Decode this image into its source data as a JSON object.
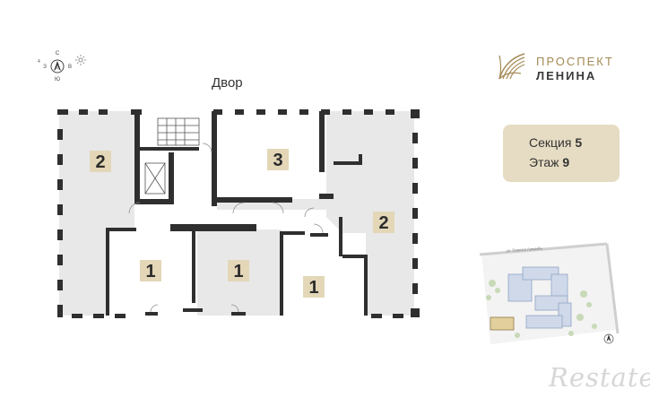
{
  "compass": {
    "north": "С",
    "west": "З",
    "east": "В",
    "south": "Ю",
    "center": "А"
  },
  "courtyard_label": "Двор",
  "logo": {
    "line1": "ПРОСПЕКТ",
    "line2": "ЛЕНИНА"
  },
  "info": {
    "section_label": "Секция",
    "section_value": "5",
    "floor_label": "Этаж",
    "floor_value": "9"
  },
  "apartments": [
    {
      "rooms": "2"
    },
    {
      "rooms": "3"
    },
    {
      "rooms": "2"
    },
    {
      "rooms": "1"
    },
    {
      "rooms": "1"
    },
    {
      "rooms": "1"
    }
  ],
  "site_map": {
    "street_label": "ул. Патриса Лумумбы",
    "compass_center": "А"
  },
  "watermark": "Restate",
  "colors": {
    "room_fill": "#e8e8e8",
    "number_tile": "#e3d7b8",
    "wall": "#2f2f2f",
    "accent": "#a38a55",
    "card": "#e6dcc3"
  }
}
